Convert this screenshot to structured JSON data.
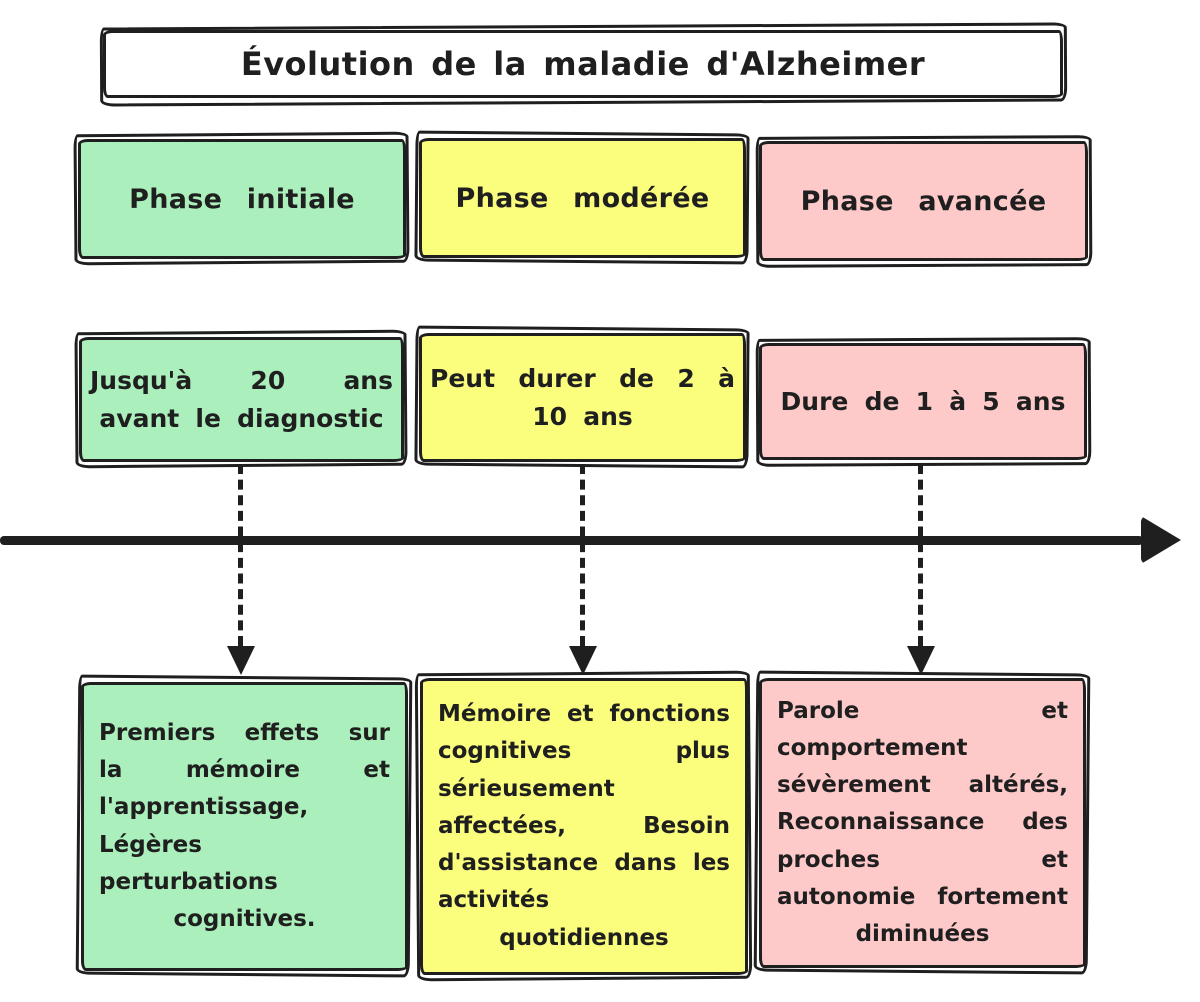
{
  "title": "Évolution de la maladie d'Alzheimer",
  "colors": {
    "green": "#abefbc",
    "yellow": "#fbfd7d",
    "pink": "#fdc9c9",
    "ink": "#1f1f1f"
  },
  "columns": [
    {
      "phase": "Phase initiale",
      "duration": "Jusqu'à 20 ans avant le diagnostic",
      "description": "Premiers effets sur la mémoire et l'apprentissage, Légères perturbations cognitives."
    },
    {
      "phase": "Phase modérée",
      "duration": "Peut durer de 2 à 10 ans",
      "description": "Mémoire et fonctions cognitives plus sérieusement affectées, Besoin d'assistance dans les activités quotidiennes"
    },
    {
      "phase": "Phase avancée",
      "duration": "Dure de 1 à 5 ans",
      "description": "Parole et comportement sévèrement altérés, Reconnaissance des proches et autonomie fortement diminuées"
    }
  ]
}
